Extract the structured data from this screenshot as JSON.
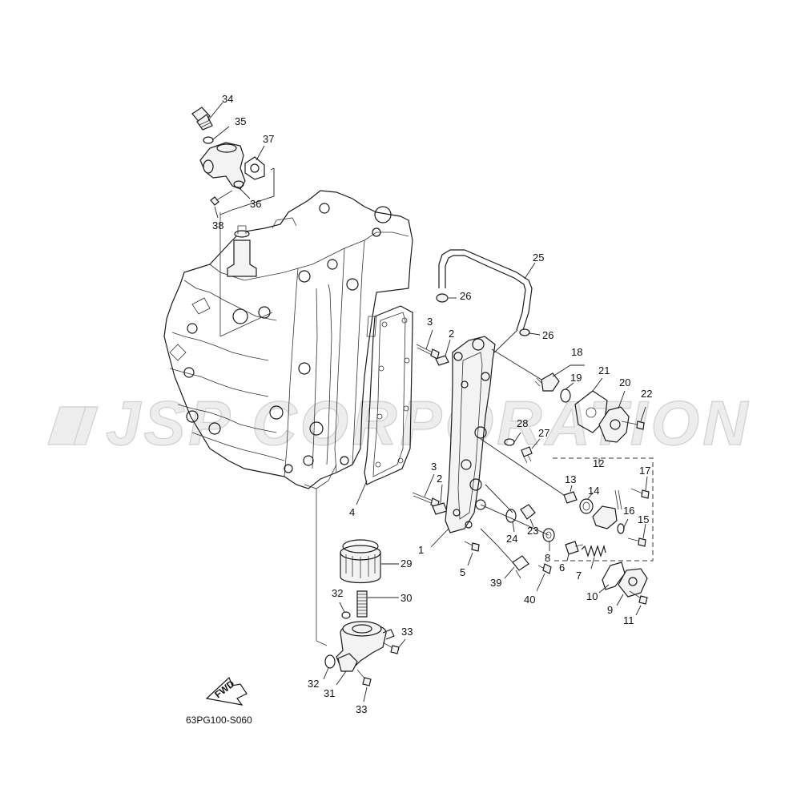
{
  "watermark": {
    "text": "JSP CORPORATION",
    "color": "#cfcfcf"
  },
  "diagram_code": "63PG100-S060",
  "fwd_label": "FWD",
  "callouts": {
    "c1": "1",
    "c2a": "2",
    "c2b": "2",
    "c3a": "3",
    "c3b": "3",
    "c4": "4",
    "c5": "5",
    "c6": "6",
    "c7": "7",
    "c8": "8",
    "c9": "9",
    "c10": "10",
    "c11": "11",
    "c12": "12",
    "c13": "13",
    "c14": "14",
    "c15": "15",
    "c16": "16",
    "c17": "17",
    "c18": "18",
    "c19": "19",
    "c20": "20",
    "c21": "21",
    "c22": "22",
    "c23": "23",
    "c24": "24",
    "c25": "25",
    "c26a": "26",
    "c26b": "26",
    "c27": "27",
    "c28": "28",
    "c29": "29",
    "c30": "30",
    "c31": "31",
    "c32a": "32",
    "c32b": "32",
    "c33a": "33",
    "c33b": "33",
    "c34": "34",
    "c35": "35",
    "c36": "36",
    "c37": "37",
    "c38": "38",
    "c39": "39",
    "c40": "40"
  }
}
